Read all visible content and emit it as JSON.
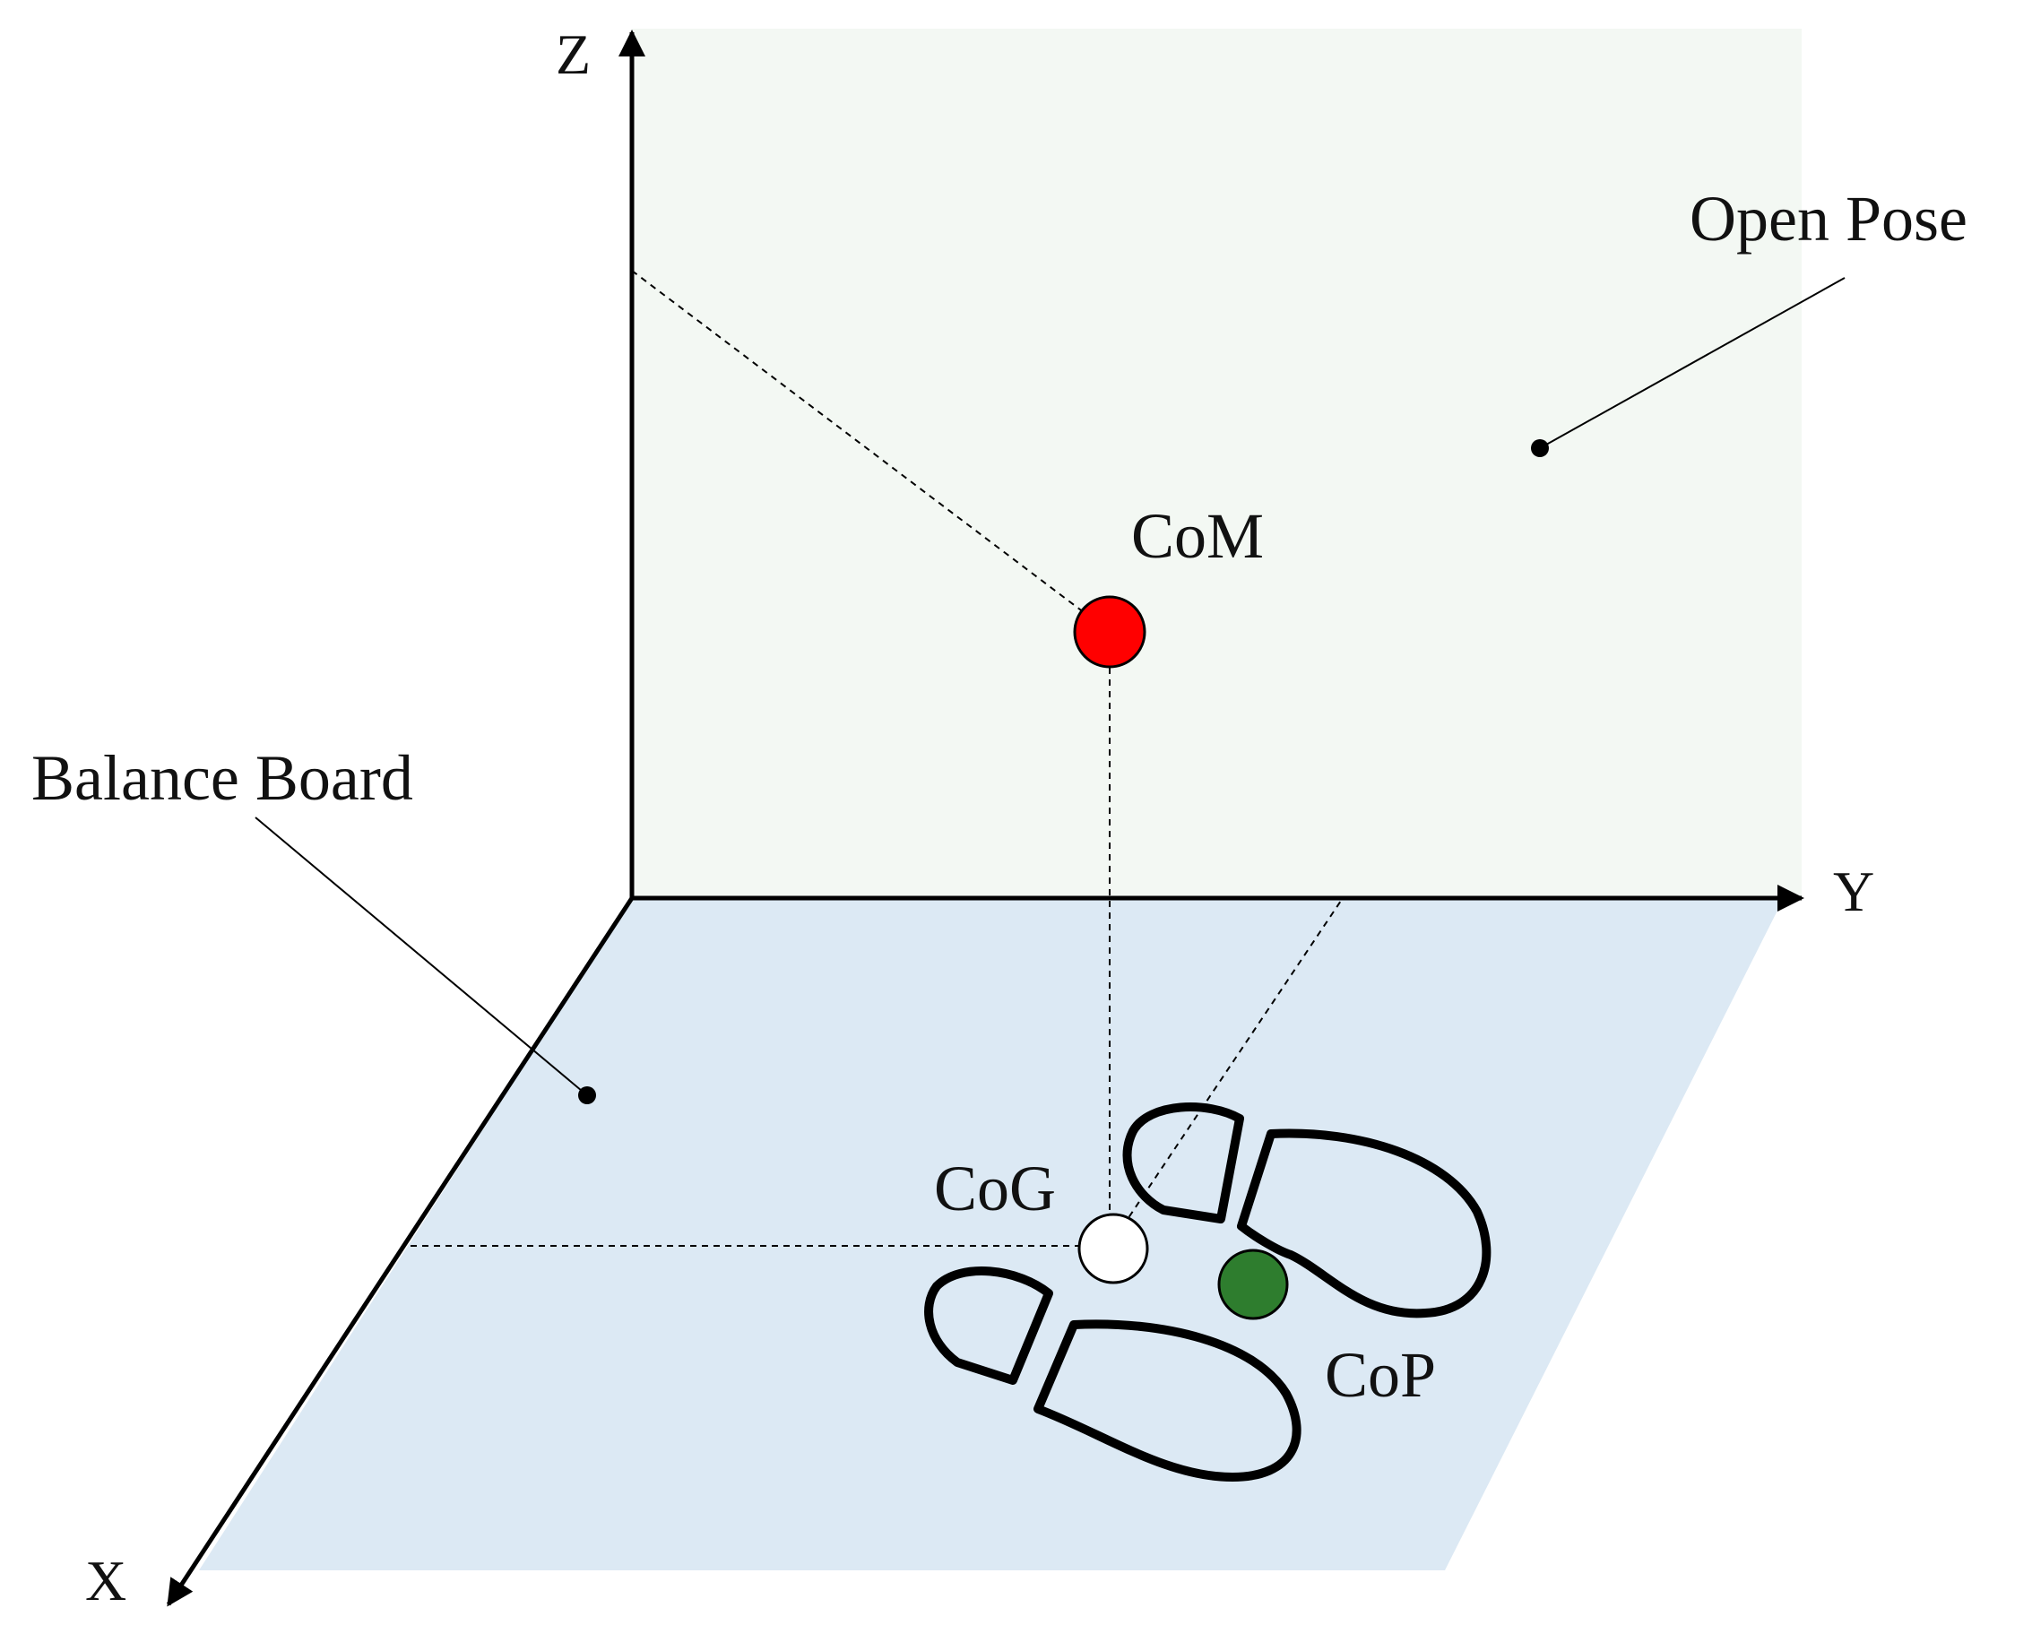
{
  "labels": {
    "z_axis": "Z",
    "y_axis": "Y",
    "x_axis": "X",
    "open_pose": "Open Pose",
    "balance_board": "Balance Board",
    "com": "CoM",
    "cog": "CoG",
    "cop": "CoP"
  },
  "colors": {
    "open_pose_plane": "#f3f8f3",
    "balance_board_plane": "#dce9f4",
    "com_marker": "#ff0000",
    "cop_marker": "#2e7d2e",
    "cog_marker": "#ffffff",
    "lines": "#000000"
  }
}
